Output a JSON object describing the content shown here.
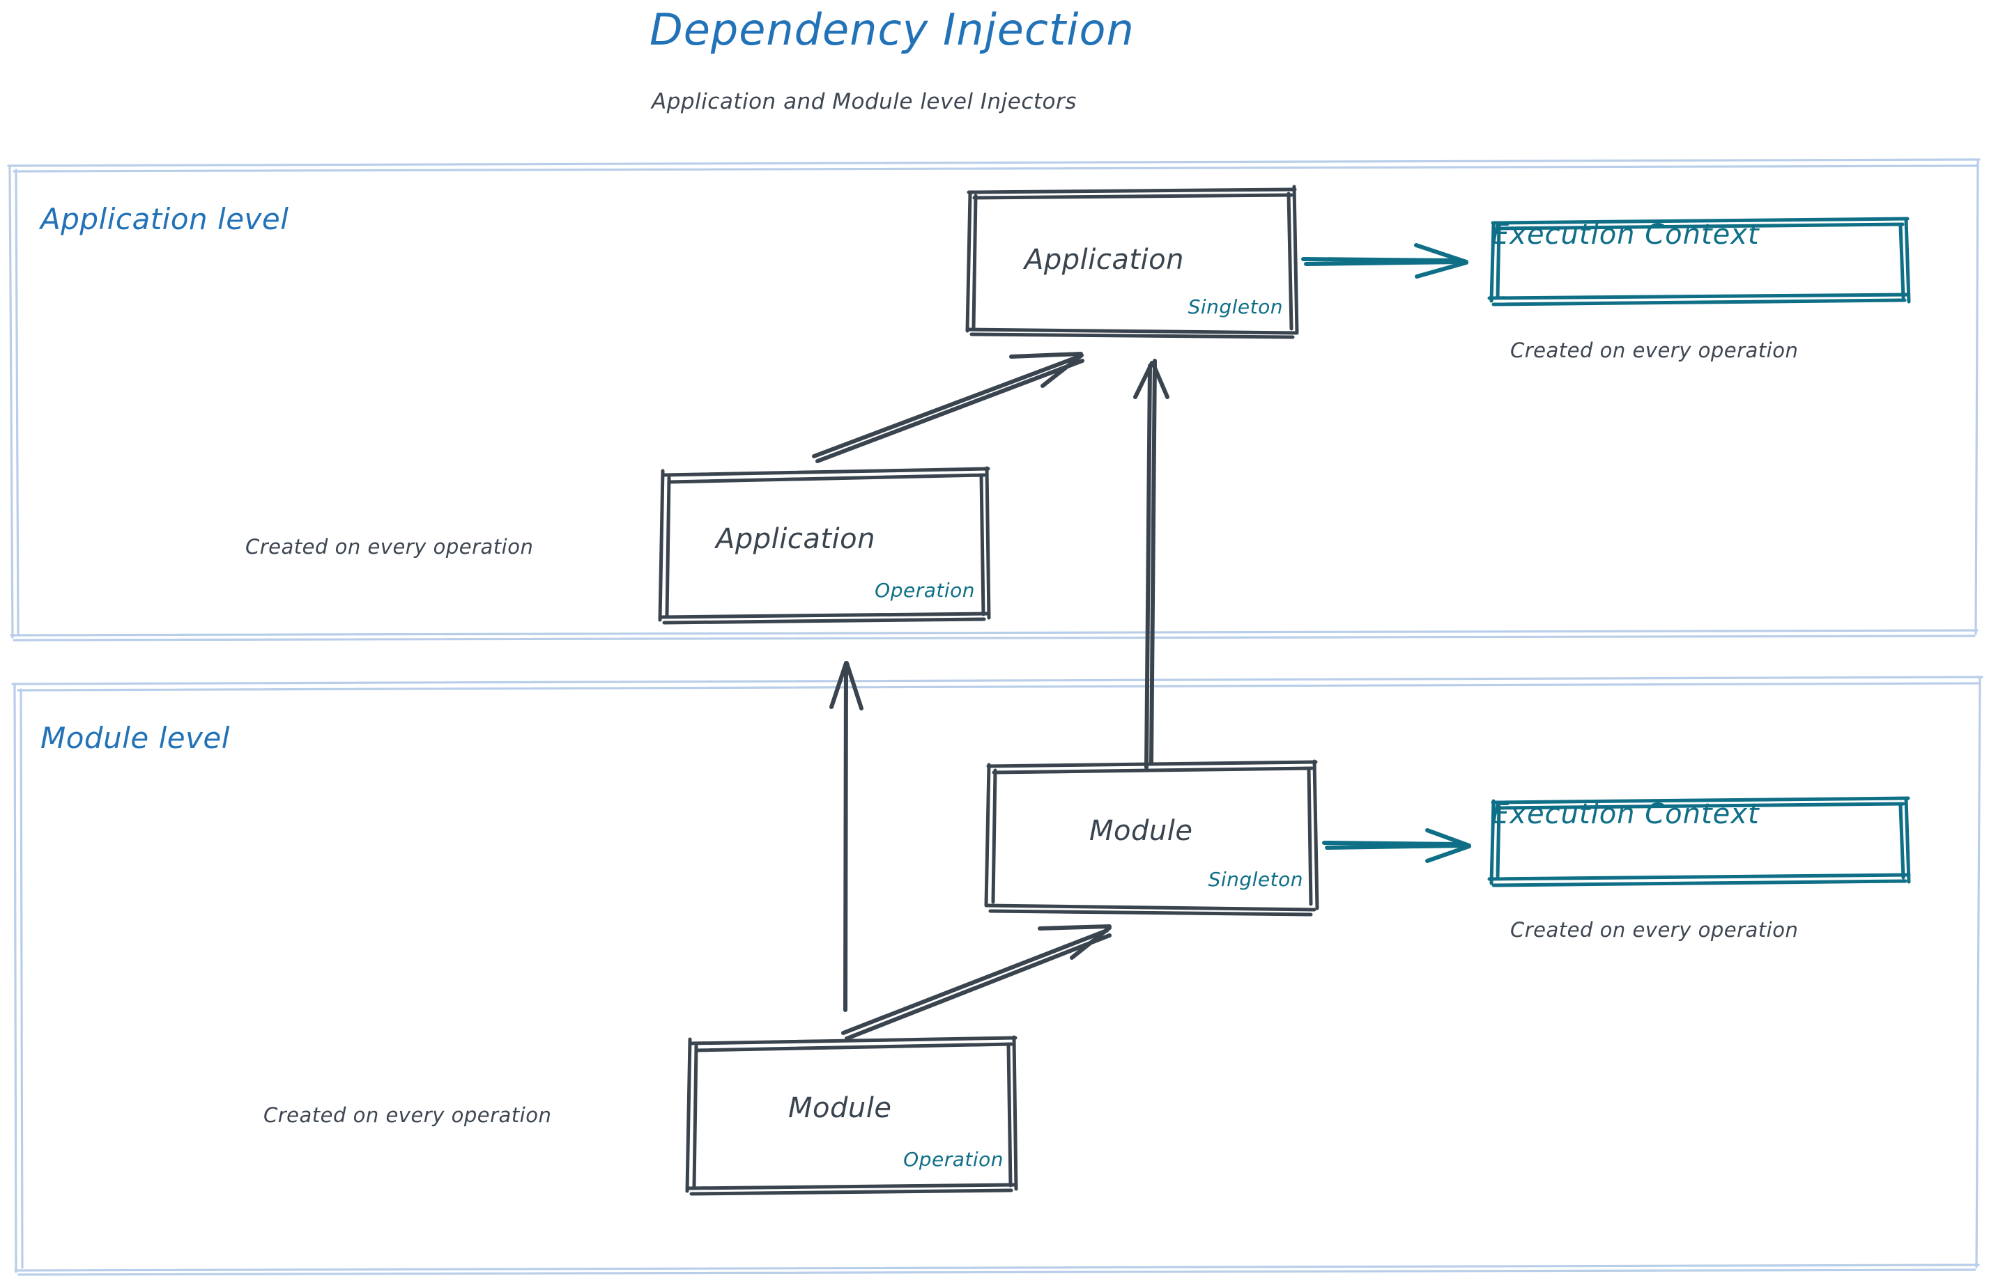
{
  "header": {
    "title": "Dependency Injection",
    "subtitle": "Application and Module level Injectors"
  },
  "colors": {
    "blue": "#2272b8",
    "light_blue_border": "#b9cee8",
    "dark_gray": "#3a444e",
    "teal": "#0f6f87",
    "background": "#ffffff"
  },
  "panels": [
    {
      "id": "application-level",
      "label": "Application level",
      "nodes": [
        {
          "id": "application-singleton",
          "title": "Application",
          "scope": "Singleton",
          "kind": "gray-box"
        },
        {
          "id": "execution-context-application",
          "title": "Execution Context",
          "kind": "teal-box",
          "caption": "Created on every operation"
        },
        {
          "id": "application-operation",
          "title": "Application",
          "scope": "Operation",
          "kind": "gray-box",
          "caption": "Created on every operation"
        }
      ]
    },
    {
      "id": "module-level",
      "label": "Module level",
      "nodes": [
        {
          "id": "module-singleton",
          "title": "Module",
          "scope": "Singleton",
          "kind": "gray-box"
        },
        {
          "id": "execution-context-module",
          "title": "Execution Context",
          "kind": "teal-box",
          "caption": "Created on every operation"
        },
        {
          "id": "module-operation",
          "title": "Module",
          "scope": "Operation",
          "kind": "gray-box",
          "caption": "Created on every operation"
        }
      ]
    }
  ],
  "captions": {
    "application_operation_caption": "Created on every operation",
    "module_operation_caption": "Created on every operation",
    "execution_context_application_caption": "Created on every operation",
    "execution_context_module_caption": "Created on every operation"
  },
  "edges": [
    {
      "id": "app-operation-to-app-singleton",
      "from": "application-operation",
      "to": "application-singleton",
      "style": "gray-diagonal"
    },
    {
      "id": "app-singleton-to-execution-context",
      "from": "application-singleton",
      "to": "execution-context-application",
      "style": "teal-horizontal"
    },
    {
      "id": "module-singleton-to-app-singleton",
      "from": "module-singleton",
      "to": "application-singleton",
      "style": "gray-vertical"
    },
    {
      "id": "module-operation-to-app-operation",
      "from": "module-operation",
      "to": "application-operation",
      "style": "gray-vertical"
    },
    {
      "id": "module-operation-to-module-singleton",
      "from": "module-operation",
      "to": "module-singleton",
      "style": "gray-diagonal"
    },
    {
      "id": "module-singleton-to-execution-context",
      "from": "module-singleton",
      "to": "execution-context-module",
      "style": "teal-horizontal"
    }
  ]
}
